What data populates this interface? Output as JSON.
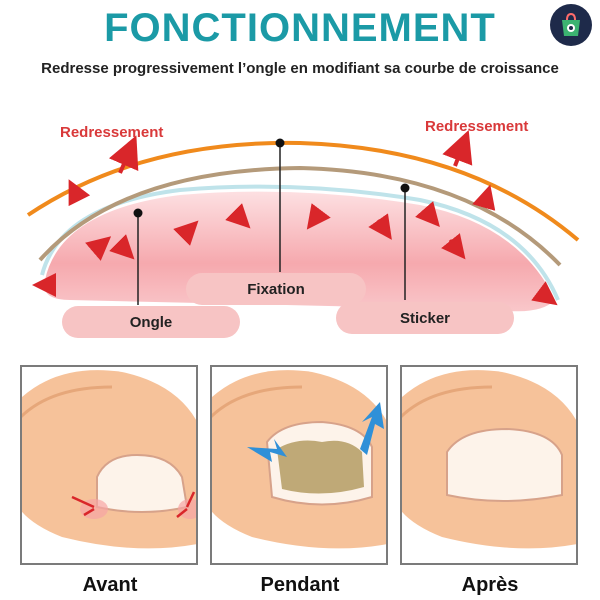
{
  "header": {
    "title": "FONCTIONNEMENT",
    "subtitle": "Redresse progressivement l’ongle en modifiant sa courbe de croissance",
    "logo_icon": "shopping-bag-logo-icon"
  },
  "diagram": {
    "left_arrow_label": "Redressement",
    "right_arrow_label": "Redressement",
    "labels": {
      "fixation": "Fixation",
      "ongle": "Ongle",
      "sticker": "Sticker"
    },
    "colors": {
      "orange_curve": "#f08a1c",
      "tan_curve": "#b49a7a",
      "nail_fill": "#f4a3a8",
      "arrow_red": "#d9262a",
      "accent_teal": "#1b9aa6"
    }
  },
  "panels": [
    {
      "caption": "Avant"
    },
    {
      "caption": "Pendant"
    },
    {
      "caption": "Après"
    }
  ]
}
